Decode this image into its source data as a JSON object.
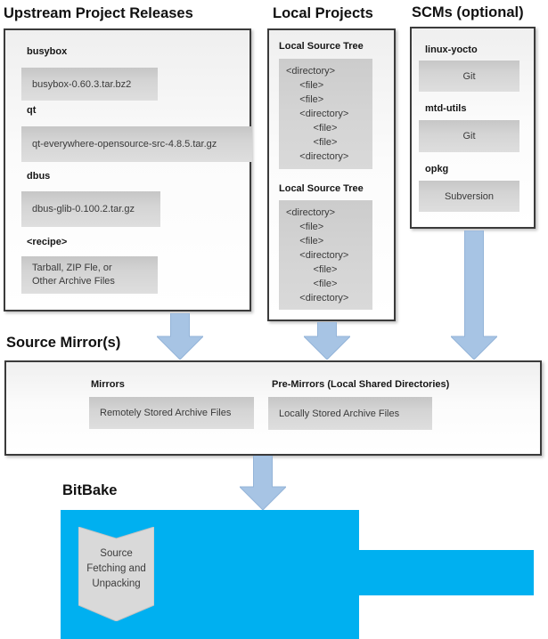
{
  "palette": {
    "bitbake_cyan": "#00b0f0",
    "arrow_blue": "#a7c4e4",
    "box_gray": "#d2d2d2",
    "panel_border": "#3b3b3b"
  },
  "upstream": {
    "title": "Upstream Project Releases",
    "items": [
      {
        "label": "busybox",
        "value": "busybox-0.60.3.tar.bz2"
      },
      {
        "label": "qt",
        "value": "qt-everywhere-opensource-src-4.8.5.tar.gz"
      },
      {
        "label": "dbus",
        "value": "dbus-glib-0.100.2.tar.gz"
      },
      {
        "label": "<recipe>",
        "value": "Tarball, ZIP Fle, or\nOther Archive Files"
      }
    ]
  },
  "local_projects": {
    "title": "Local Projects",
    "trees": [
      {
        "label": "Local Source Tree",
        "lines": [
          "<directory>",
          "     <file>",
          "     <file>",
          "     <directory>",
          "          <file>",
          "          <file>",
          "     <directory>"
        ]
      },
      {
        "label": "Local Source Tree",
        "lines": [
          "<directory>",
          "     <file>",
          "     <file>",
          "     <directory>",
          "          <file>",
          "          <file>",
          "     <directory>"
        ]
      }
    ]
  },
  "scms": {
    "title": "SCMs (optional)",
    "items": [
      {
        "label": "linux-yocto",
        "value": "Git"
      },
      {
        "label": "mtd-utils",
        "value": "Git"
      },
      {
        "label": "opkg",
        "value": "Subversion"
      }
    ]
  },
  "source_mirrors": {
    "title": "Source Mirror(s)",
    "mirrors_label": "Mirrors",
    "mirrors_value": "Remotely Stored Archive Files",
    "premirrors_label": "Pre-Mirrors (Local Shared Directories)",
    "premirrors_value": "Locally Stored Archive Files"
  },
  "bitbake": {
    "title": "BitBake",
    "process": "Source\nFetching and\nUnpacking"
  }
}
